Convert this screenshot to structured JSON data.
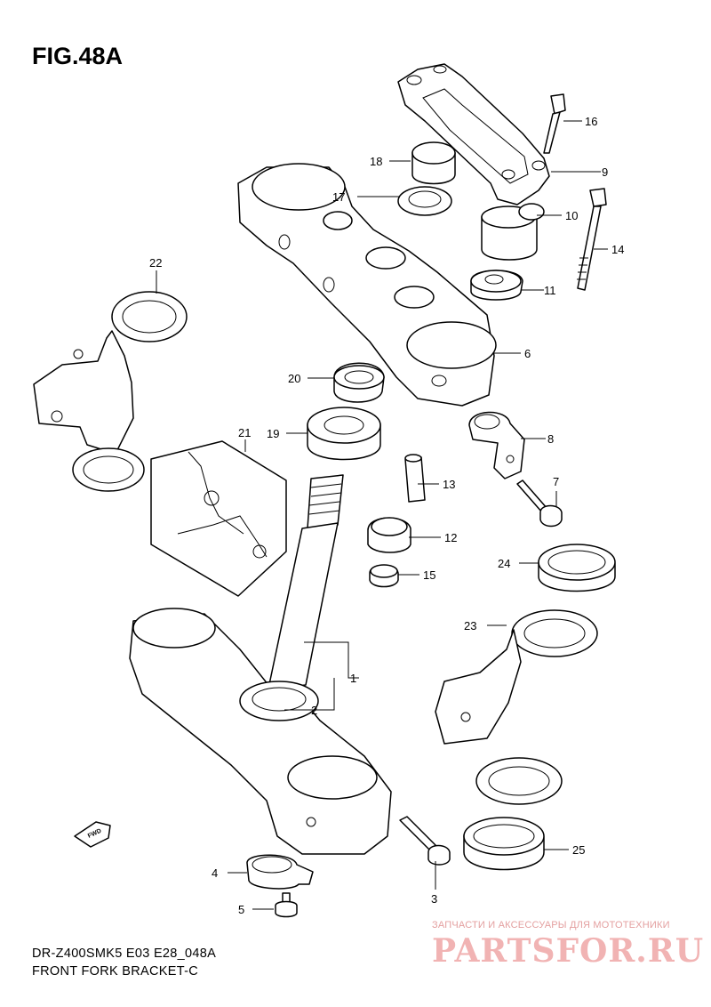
{
  "title": "FIG.48A",
  "caption": {
    "line1": "DR-Z400SMK5 E03 E28_048A",
    "line2": "FRONT FORK BRACKET-C"
  },
  "watermark": {
    "tagline": "ЗАПЧАСТИ И АКСЕССУАРЫ ДЛЯ МОТОТЕХНИКИ",
    "logo": "PARTSFOR.RU",
    "color": "#f1b3b3"
  },
  "fwd_label": "FWD",
  "callouts": [
    "1",
    "2",
    "3",
    "4",
    "5",
    "6",
    "7",
    "8",
    "9",
    "10",
    "11",
    "12",
    "13",
    "14",
    "15",
    "16",
    "17",
    "18",
    "19",
    "20",
    "21",
    "22",
    "23",
    "24",
    "25"
  ]
}
